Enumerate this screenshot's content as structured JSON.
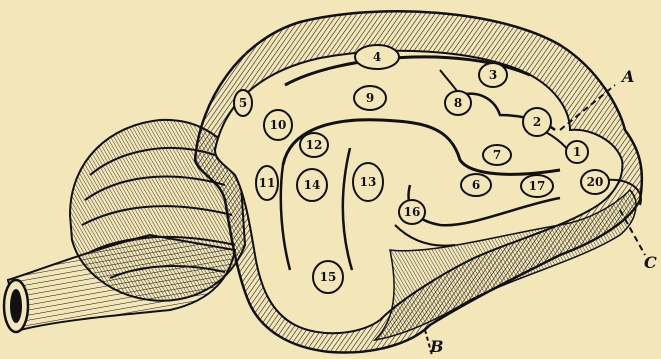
{
  "colors": {
    "paper": "#f3e6b8",
    "ink": "#111111"
  },
  "regions": [
    {
      "id": "4",
      "label": "4"
    },
    {
      "id": "3",
      "label": "3"
    },
    {
      "id": "5",
      "label": "5"
    },
    {
      "id": "9",
      "label": "9"
    },
    {
      "id": "8",
      "label": "8"
    },
    {
      "id": "10",
      "label": "10"
    },
    {
      "id": "2",
      "label": "2"
    },
    {
      "id": "12",
      "label": "12"
    },
    {
      "id": "7",
      "label": "7"
    },
    {
      "id": "1",
      "label": "1"
    },
    {
      "id": "11",
      "label": "11"
    },
    {
      "id": "14",
      "label": "14"
    },
    {
      "id": "13",
      "label": "13"
    },
    {
      "id": "6",
      "label": "6"
    },
    {
      "id": "17",
      "label": "17"
    },
    {
      "id": "20",
      "label": "20"
    },
    {
      "id": "16",
      "label": "16"
    },
    {
      "id": "15",
      "label": "15"
    }
  ],
  "pointers": [
    {
      "id": "A",
      "label": "A"
    },
    {
      "id": "B",
      "label": "B"
    },
    {
      "id": "C",
      "label": "C"
    }
  ]
}
